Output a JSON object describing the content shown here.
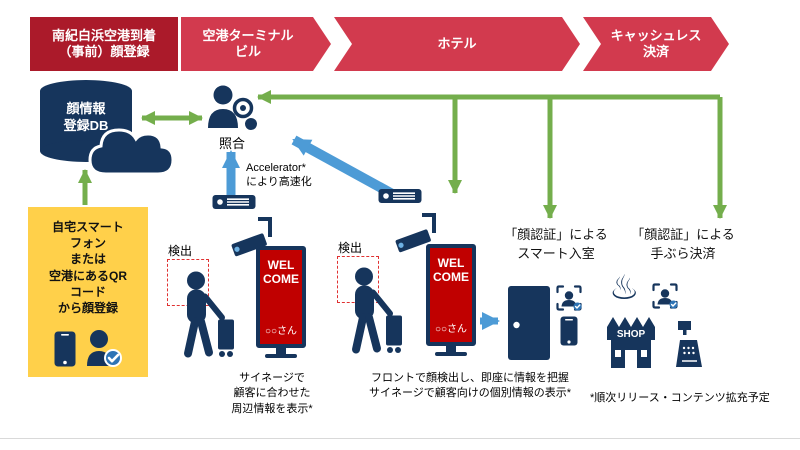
{
  "colors": {
    "dark_red": "#ab1a2a",
    "red": "#d23a4e",
    "navy": "#16355c",
    "green": "#74ae4c",
    "blue": "#4d9bd6",
    "yellow": "#ffd04a",
    "screen_red": "#c00000"
  },
  "process": {
    "steps": [
      {
        "label": "南紀白浜空港到着\n（事前）顔登録"
      },
      {
        "label": "空港ターミナル\nビル"
      },
      {
        "label": "ホテル"
      },
      {
        "label": "キャッシュレス\n決済"
      }
    ]
  },
  "database": {
    "label": "顔情報\n登録DB"
  },
  "registration": {
    "text": "自宅スマート\nフォン\nまたは\n空港にあるQR\nコード\nから顔登録"
  },
  "verification": {
    "label": "照合",
    "accelerator_note": "Accelerator*\nにより高速化"
  },
  "airport": {
    "detect_label": "検出",
    "signage_message": "WEL\nCOME",
    "signage_guest": "○○さん",
    "caption": "サイネージで\n顧客に合わせた\n周辺情報を表示*"
  },
  "hotel": {
    "detect_label": "検出",
    "signage_message": "WEL\nCOME",
    "signage_guest": "○○さん",
    "caption": "フロントで顔検出し、即座に情報を把握\nサイネージで顧客向けの個別情報の表示*",
    "smart_entry_label": "「顔認証」による\nスマート入室"
  },
  "cashless": {
    "label": "「顔認証」による\n手ぶら決済",
    "onsen_symbol": "♨",
    "shop_sign": "SHOP",
    "footnote": "*順次リリース・コンテンツ拡充予定"
  }
}
